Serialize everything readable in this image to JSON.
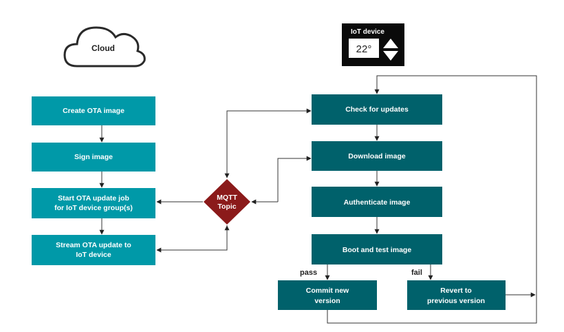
{
  "colors": {
    "cloud_box": "#0099A8",
    "device_box": "#00616B",
    "mqtt": "#8B1A1A",
    "line": "#333333"
  },
  "cloud": {
    "label": "Cloud"
  },
  "iot_device": {
    "title": "IoT device",
    "temperature": "22°"
  },
  "cloud_steps": [
    {
      "lines": [
        "Create OTA image"
      ]
    },
    {
      "lines": [
        "Sign image"
      ]
    },
    {
      "lines": [
        "Start OTA update job",
        "for IoT device group(s)"
      ]
    },
    {
      "lines": [
        "Stream OTA update to",
        "IoT device"
      ]
    }
  ],
  "mqtt": {
    "lines": [
      "MQTT",
      "Topic"
    ]
  },
  "device_steps": [
    {
      "lines": [
        "Check for updates"
      ]
    },
    {
      "lines": [
        "Download image"
      ]
    },
    {
      "lines": [
        "Authenticate image"
      ]
    },
    {
      "lines": [
        "Boot and test image"
      ]
    }
  ],
  "outcomes": {
    "pass_label": "pass",
    "fail_label": "fail",
    "commit": {
      "lines": [
        "Commit new",
        "version"
      ]
    },
    "revert": {
      "lines": [
        "Revert to",
        "previous version"
      ]
    }
  }
}
